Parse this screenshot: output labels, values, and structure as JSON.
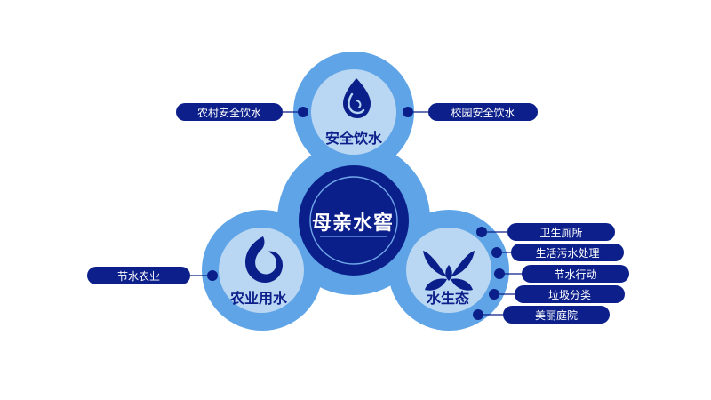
{
  "center": {
    "title": "母亲水窖"
  },
  "nodes": {
    "top": {
      "label": "安全饮水",
      "icon": "water-drop-icon"
    },
    "left": {
      "label": "农业用水",
      "icon": "swirl-flame-icon"
    },
    "right": {
      "label": "水生态",
      "icon": "butterfly-leaf-icon"
    }
  },
  "pills": {
    "top_left": "农村安全饮水",
    "top_right": "校园安全饮水",
    "left": "节水农业",
    "right": [
      "卫生厕所",
      "生活污水处理",
      "节水行动",
      "垃圾分类",
      "美丽庭院"
    ]
  },
  "colors": {
    "outer_ring": "#5ea4e6",
    "inner_disc": "#b9d6f2",
    "center": "#0b1f8a",
    "text_dark": "#0c1f8a",
    "pill": "#0c1f8a"
  }
}
